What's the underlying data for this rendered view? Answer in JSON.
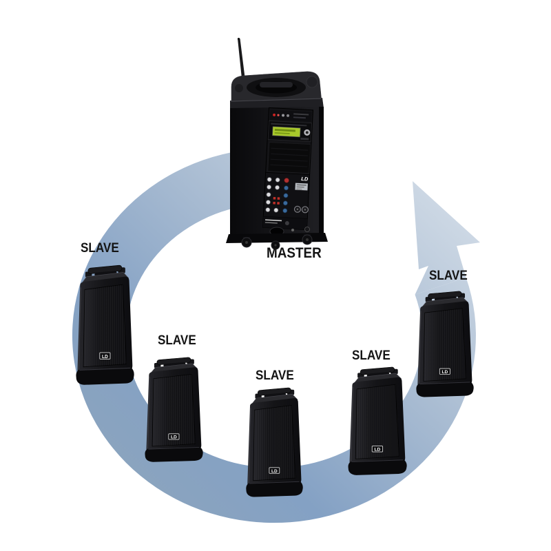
{
  "figure": {
    "kind": "speaker-daisy-chain-diagram",
    "master": {
      "label": "MASTER"
    },
    "slaves": [
      {
        "label": "SLAVE"
      },
      {
        "label": "SLAVE"
      },
      {
        "label": "SLAVE"
      },
      {
        "label": "SLAVE"
      },
      {
        "label": "SLAVE"
      }
    ],
    "brand_badge": "LD",
    "colors": {
      "background": "#ffffff",
      "ring_light": "#d2dce7",
      "ring_mid": "#a9bcd2",
      "ring_dark": "#7e9abd",
      "label_text": "#141414",
      "lcd_green": "#a9c92b",
      "knob_blue": "#3a6a9c",
      "knob_red": "#b03030"
    }
  }
}
